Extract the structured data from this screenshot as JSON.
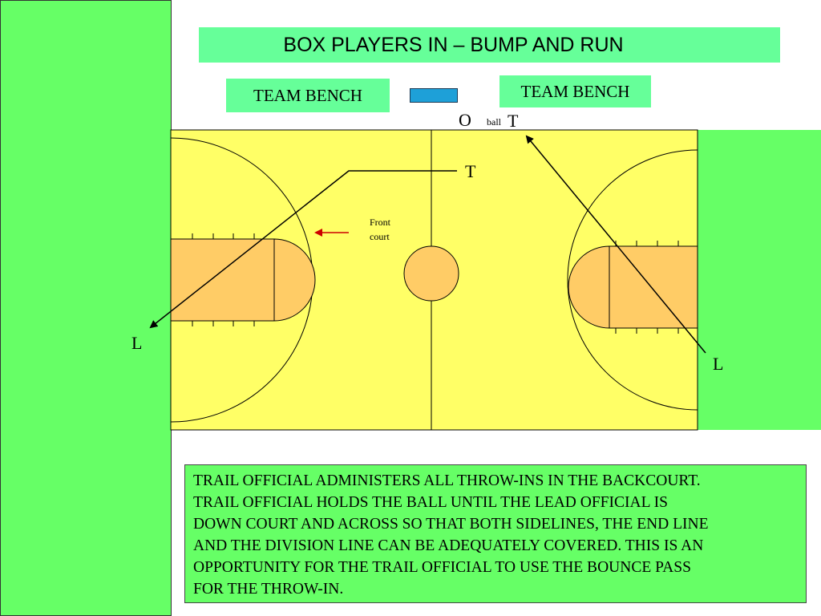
{
  "title": "BOX PLAYERS IN – BUMP AND RUN",
  "team_bench_left": "TEAM BENCH",
  "team_bench_right": "TEAM BENCH",
  "labels": {
    "official_o": "O",
    "ball": "ball",
    "trail_top": "T",
    "trail_center": "T",
    "lead_left": "L",
    "lead_right": "L",
    "front_court_line1": "Front",
    "front_court_line2": "court"
  },
  "note_lines": [
    "TRAIL OFFICIAL ADMINISTERS ALL THROW-INS IN THE BACKCOURT.",
    "TRAIL OFFICIAL HOLDS THE BALL UNTIL THE LEAD OFFICIAL IS",
    "DOWN COURT AND ACROSS SO THAT BOTH SIDELINES, THE END LINE",
    "AND THE DIVISION LINE CAN BE ADEQUATELY COVERED.  THIS IS AN",
    "OPPORTUNITY FOR THE TRAIL OFFICIAL TO USE THE BOUNCE PASS",
    "FOR THE THROW-IN."
  ],
  "colors": {
    "green_panel": "#66ff66",
    "title_fill": "#66ff99",
    "court_fill": "#ffff66",
    "key_fill": "#ffcc66",
    "scorer_table": "#1ea0d8",
    "arrow_red": "#cc0000"
  }
}
